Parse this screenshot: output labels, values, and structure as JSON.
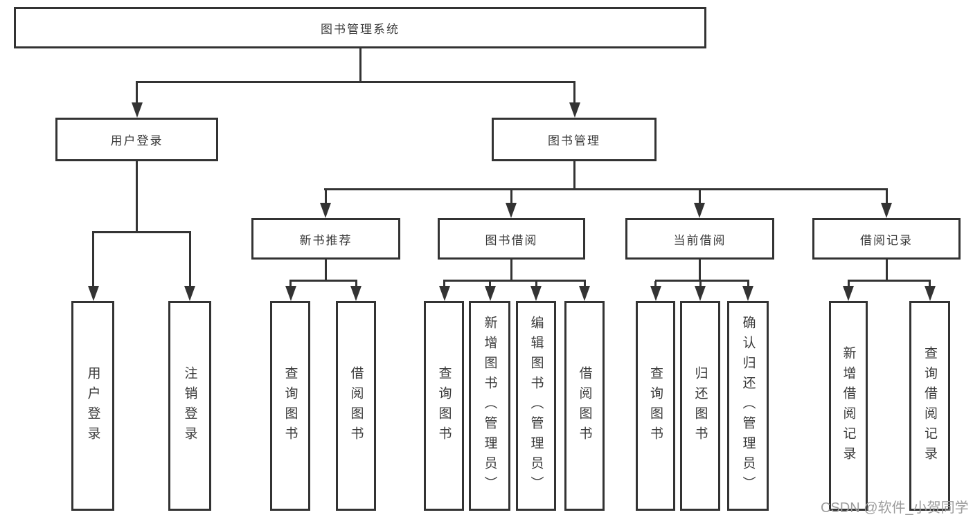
{
  "colors": {
    "line": "#333333",
    "text": "#3a3a3a",
    "background": "#ffffff",
    "watermark": "#9c9c9c"
  },
  "watermark": {
    "text": "CSDN @软件_小贺同学"
  },
  "tree": {
    "root": {
      "label": "图书管理系统"
    },
    "children": [
      {
        "label": "用户登录",
        "children": [
          {
            "label": "用户登录"
          },
          {
            "label": "注销登录"
          }
        ]
      },
      {
        "label": "图书管理",
        "children": [
          {
            "label": "新书推荐",
            "children": [
              {
                "label": "查询图书"
              },
              {
                "label": "借阅图书"
              }
            ]
          },
          {
            "label": "图书借阅",
            "children": [
              {
                "label": "查询图书"
              },
              {
                "label": "新增图书（管理员）"
              },
              {
                "label": "编辑图书（管理员）"
              },
              {
                "label": "借阅图书"
              }
            ]
          },
          {
            "label": "当前借阅",
            "children": [
              {
                "label": "查询图书"
              },
              {
                "label": "归还图书"
              },
              {
                "label": "确认归还（管理员）"
              }
            ]
          },
          {
            "label": "借阅记录",
            "children": [
              {
                "label": "新增借阅记录"
              },
              {
                "label": "查询借阅记录"
              }
            ]
          }
        ]
      }
    ]
  }
}
